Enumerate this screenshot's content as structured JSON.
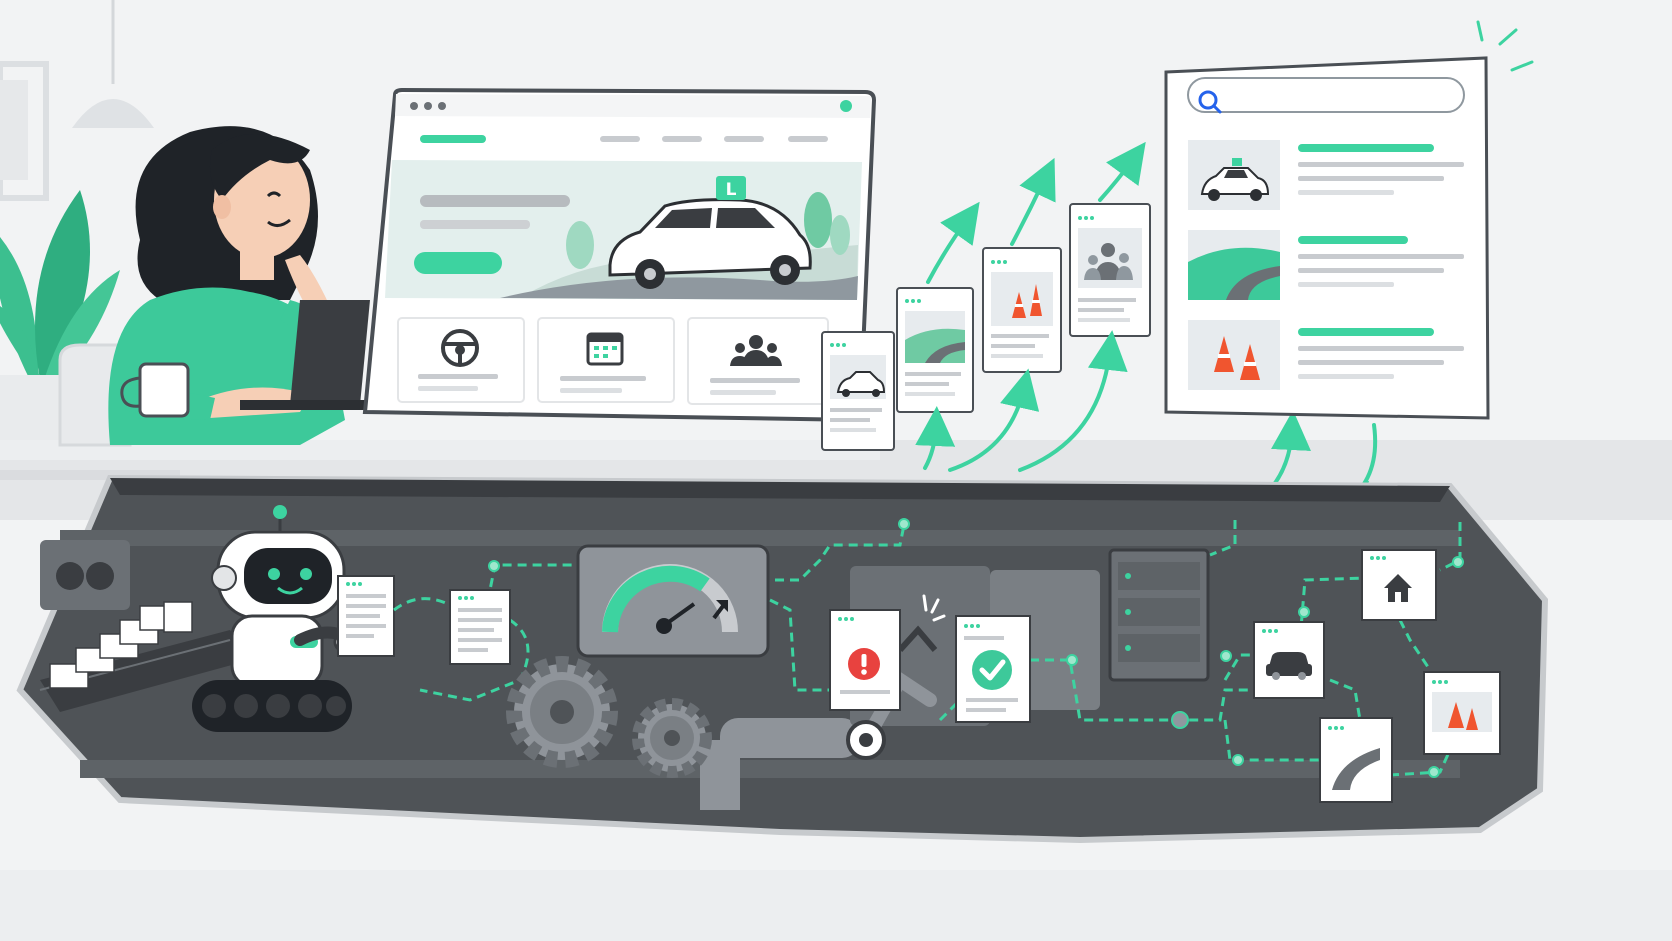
{
  "colors": {
    "accent": "#3dd3a0",
    "accent_dark": "#2fbf8c",
    "background": "#f2f3f4",
    "panel_border": "#4a4f55",
    "machinery": "#4f5357",
    "machinery_dark": "#3a3d41",
    "alert": "#e8423f",
    "cone": "#f0552f",
    "skin": "#f6cfb6",
    "hair": "#1f2328"
  },
  "browser": {
    "hero_badge_letter": "L"
  },
  "feature_icons": [
    "steering-wheel-icon",
    "calendar-icon",
    "group-icon"
  ],
  "crawled_pages": [
    "car-thumbnail",
    "road-thumbnail",
    "cones-thumbnail",
    "people-thumbnail"
  ],
  "search_results": {
    "search_icon": "search-icon",
    "results": [
      "car-thumbnail",
      "road-thumbnail",
      "cones-thumbnail"
    ]
  },
  "pipeline": {
    "status_icons": [
      "alert-icon",
      "check-icon",
      "gauge-icon",
      "gear-icon"
    ],
    "indexed_cards": [
      "home-icon",
      "car-icon",
      "cones-icon",
      "road-icon"
    ]
  }
}
